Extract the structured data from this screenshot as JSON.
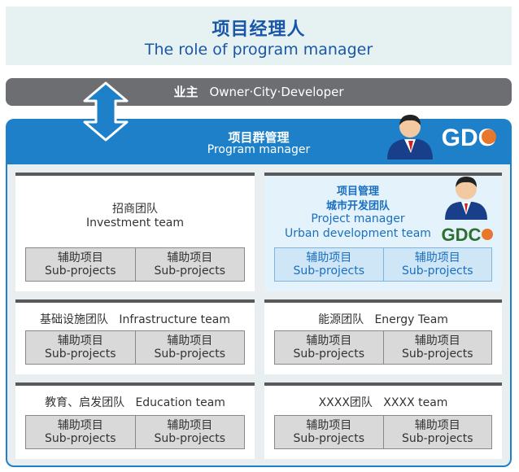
{
  "header": {
    "title_zh": "项目经理人",
    "title_en": "The role of program manager"
  },
  "owner": {
    "label_zh": "业主",
    "label_en": "Owner·City·Developer"
  },
  "program": {
    "title_zh": "项目群管理",
    "title_en": "Program manager",
    "logo_text": "GDC"
  },
  "sub_project": {
    "zh": "辅助项目",
    "en": "Sub-projects"
  },
  "teams": [
    {
      "line1": "招商团队",
      "line2": "Investment team"
    },
    {
      "line1": "项目管理",
      "line2": "城市开发团队",
      "line3": "Project manager",
      "line4": "Urban development team",
      "logo_text": "GDC"
    },
    {
      "line1": "基础设施团队",
      "line2": "Infrastructure team"
    },
    {
      "line1": "能源团队",
      "line2": "Energy Team"
    },
    {
      "line1": "教育、启发团队",
      "line2": "Education team"
    },
    {
      "line1": "XXXX团队",
      "line2": "XXXX team"
    }
  ],
  "colors": {
    "primary_blue": "#1d80c8",
    "header_bg": "#e6f2f2",
    "owner_bar": "#6d6e71",
    "title_blue": "#1a56a8",
    "gdc_green": "#3a9a3a",
    "gdc_orange": "#e8772e"
  }
}
